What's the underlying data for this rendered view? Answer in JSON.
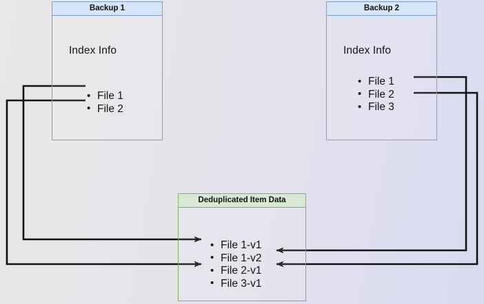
{
  "diagram": {
    "title_hidden": "Backup deduplication relationship diagram",
    "background_left_color": "#e9e7e7",
    "background_right_color": "#dadaf0",
    "blue_border_color": "#7a9fd1",
    "blue_header_color": "#d7e5f8",
    "green_border_color": "#7fb263",
    "green_header_color": "#d7e9d4",
    "connector_color": "#1a1a1a"
  },
  "backup1": {
    "header": "Backup 1",
    "index_label": "Index Info",
    "files": [
      {
        "label": "File 1"
      },
      {
        "label": "File 2"
      }
    ]
  },
  "backup2": {
    "header": "Backup 2",
    "index_label": "Index Info",
    "files": [
      {
        "label": "File 1"
      },
      {
        "label": "File 2"
      },
      {
        "label": "File 3"
      }
    ]
  },
  "dedup": {
    "header": "Deduplicated Item Data",
    "items": [
      {
        "label": "File 1-v1"
      },
      {
        "label": "File 1-v2"
      },
      {
        "label": "File 2-v1"
      },
      {
        "label": "File 3-v1"
      }
    ]
  },
  "connections": [
    {
      "from": "backup1.File 1",
      "to": "dedup.File 1-v1",
      "side": "left"
    },
    {
      "from": "backup1.File 2",
      "to": "dedup.File 2-v1",
      "side": "left"
    },
    {
      "from": "backup2.File 1",
      "to": "dedup.File 1-v2",
      "side": "right"
    },
    {
      "from": "backup2.File 2",
      "to": "dedup.File 2-v1",
      "side": "right"
    }
  ]
}
